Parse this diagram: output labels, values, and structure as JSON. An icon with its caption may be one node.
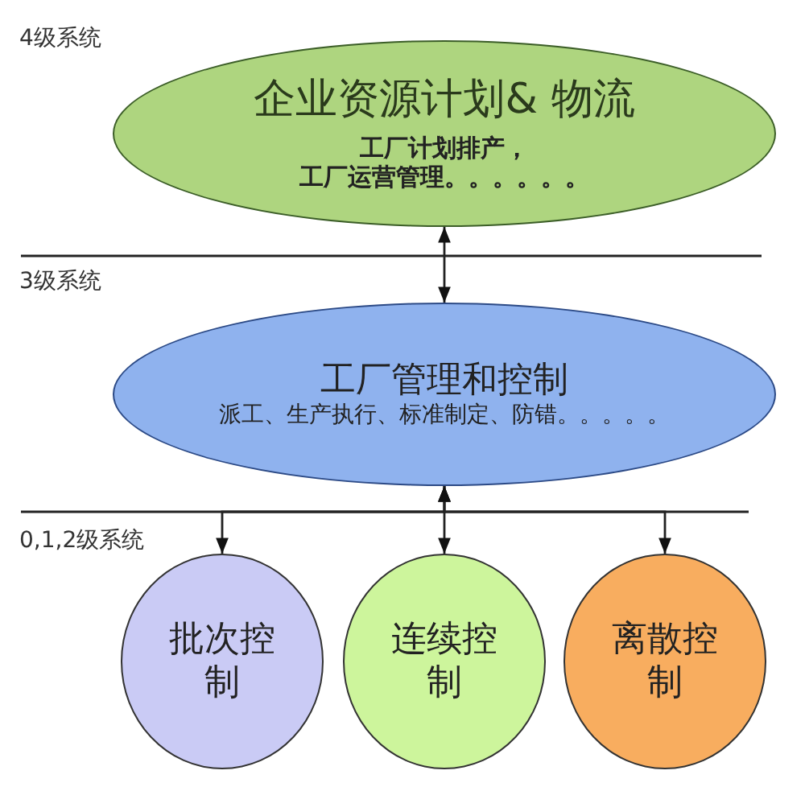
{
  "diagram": {
    "nodes": [
      {
        "text": [
          "企业资源计划& 物流",
          "工厂计划排产，",
          "工厂运营管理。。。。。。"
        ]
      },
      {
        "text": [
          "工厂管理和控制",
          "派工、生产执行、标准制定、防错。。。。。"
        ]
      },
      {
        "text": [
          "批次控制"
        ]
      },
      {
        "text": [
          "连续控制"
        ]
      },
      {
        "text": [
          "离散控制"
        ]
      }
    ],
    "edges": [
      {
        "from": 0,
        "to": 1,
        "arrow": "both"
      },
      {
        "from": 1,
        "to": 2,
        "arrow": "both"
      },
      {
        "from": 1,
        "to": 3,
        "arrow": "both"
      },
      {
        "from": 1,
        "to": 4,
        "arrow": "both"
      }
    ],
    "labels": [
      "4级系统",
      "3级系统",
      "0,1,2级系统"
    ]
  }
}
